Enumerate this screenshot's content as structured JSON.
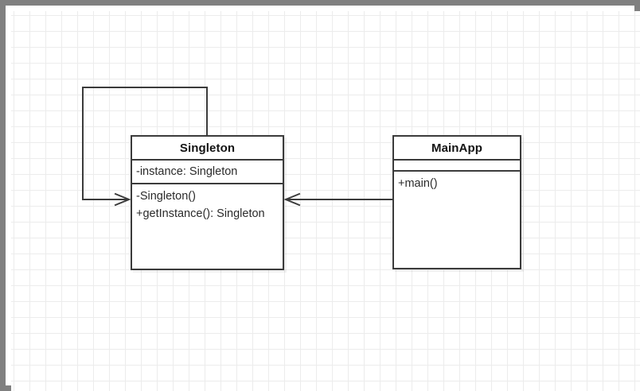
{
  "canvas": {
    "background_color": "#ffffff",
    "frame_color": "#808080",
    "grid_color": "#ececec",
    "grid_size": 20
  },
  "diagram": {
    "type": "uml-class-diagram",
    "line_color": "#3b3b3b",
    "text_color": "#2b2b2b",
    "classes": [
      {
        "id": "singleton",
        "name": "Singleton",
        "attributes": [
          "-instance: Singleton"
        ],
        "operations": [
          "-Singleton()",
          "+getInstance(): Singleton"
        ]
      },
      {
        "id": "mainapp",
        "name": "MainApp",
        "attributes": [],
        "operations": [
          "+main()"
        ]
      }
    ],
    "relationships": [
      {
        "id": "mainapp-uses-singleton",
        "from": "mainapp",
        "to": "singleton",
        "style": "open-arrow",
        "label": ""
      },
      {
        "id": "singleton-self-reference",
        "from": "singleton",
        "to": "singleton",
        "style": "open-arrow-self-loop",
        "label": ""
      }
    ]
  }
}
